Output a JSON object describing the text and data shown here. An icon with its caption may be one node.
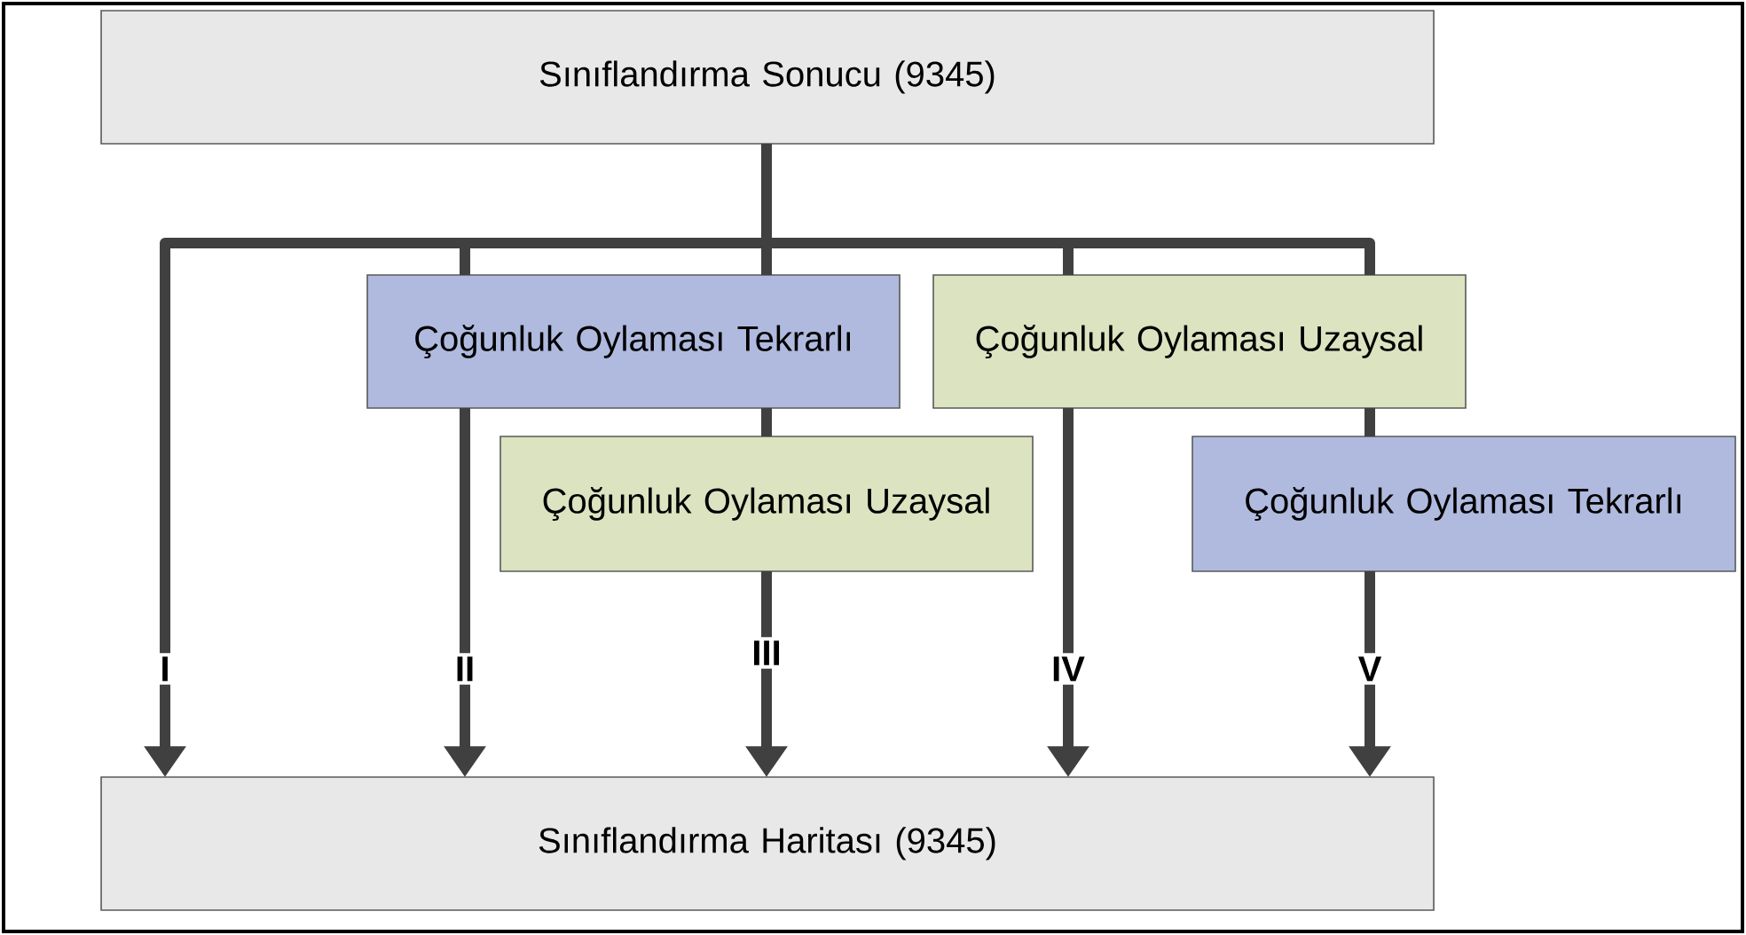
{
  "diagram": {
    "nodes": [
      {
        "text": [
          "Sınıflandırma Sonucu (9345)"
        ]
      },
      {
        "text": [
          "Çoğunluk Oylaması Tekrarlı"
        ]
      },
      {
        "text": [
          "Çoğunluk Oylaması Uzaysal"
        ]
      },
      {
        "text": [
          "Çoğunluk Oylaması Uzaysal"
        ]
      },
      {
        "text": [
          "Çoğunluk Oylaması Tekrarlı"
        ]
      },
      {
        "text": [
          "Sınıflandırma Haritası (9345)"
        ]
      }
    ],
    "edges": [
      {
        "from": 0,
        "to": 5,
        "arrow": "to",
        "label": "I"
      },
      {
        "from": 0,
        "to": 1,
        "arrow": "none"
      },
      {
        "from": 1,
        "to": 5,
        "arrow": "to",
        "label": "II"
      },
      {
        "from": 0,
        "to": 1,
        "arrow": "none"
      },
      {
        "from": 1,
        "to": 3,
        "arrow": "none"
      },
      {
        "from": 3,
        "to": 5,
        "arrow": "to",
        "label": "III"
      },
      {
        "from": 0,
        "to": 2,
        "arrow": "none"
      },
      {
        "from": 2,
        "to": 5,
        "arrow": "to",
        "label": "IV"
      },
      {
        "from": 0,
        "to": 2,
        "arrow": "none"
      },
      {
        "from": 2,
        "to": 4,
        "arrow": "none"
      },
      {
        "from": 4,
        "to": 5,
        "arrow": "to",
        "label": "V"
      }
    ]
  }
}
